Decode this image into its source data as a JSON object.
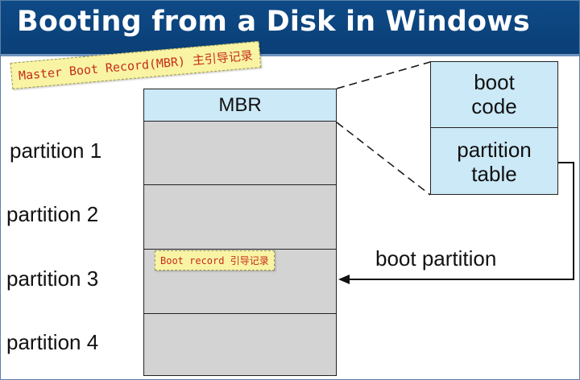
{
  "title": "Booting from a Disk in Windows",
  "annotations": {
    "mbr_note": "Master Boot Record(MBR) 主引导记录",
    "boot_record_note": "Boot record 引导记录"
  },
  "disk": {
    "mbr_label": "MBR",
    "partitions": [
      "partition 1",
      "partition 2",
      "partition 3",
      "partition 4"
    ]
  },
  "mbr_detail": {
    "boot_code": [
      "boot",
      "code"
    ],
    "partition_table": [
      "partition",
      "table"
    ]
  },
  "boot_partition_label": "boot partition",
  "colors": {
    "title_bar": "#0e4a86",
    "light_blue": "#cbe9f7",
    "partition_gray": "#d3d3d3",
    "note_yellow": "#f8f4a4",
    "note_text": "#c62c19"
  }
}
